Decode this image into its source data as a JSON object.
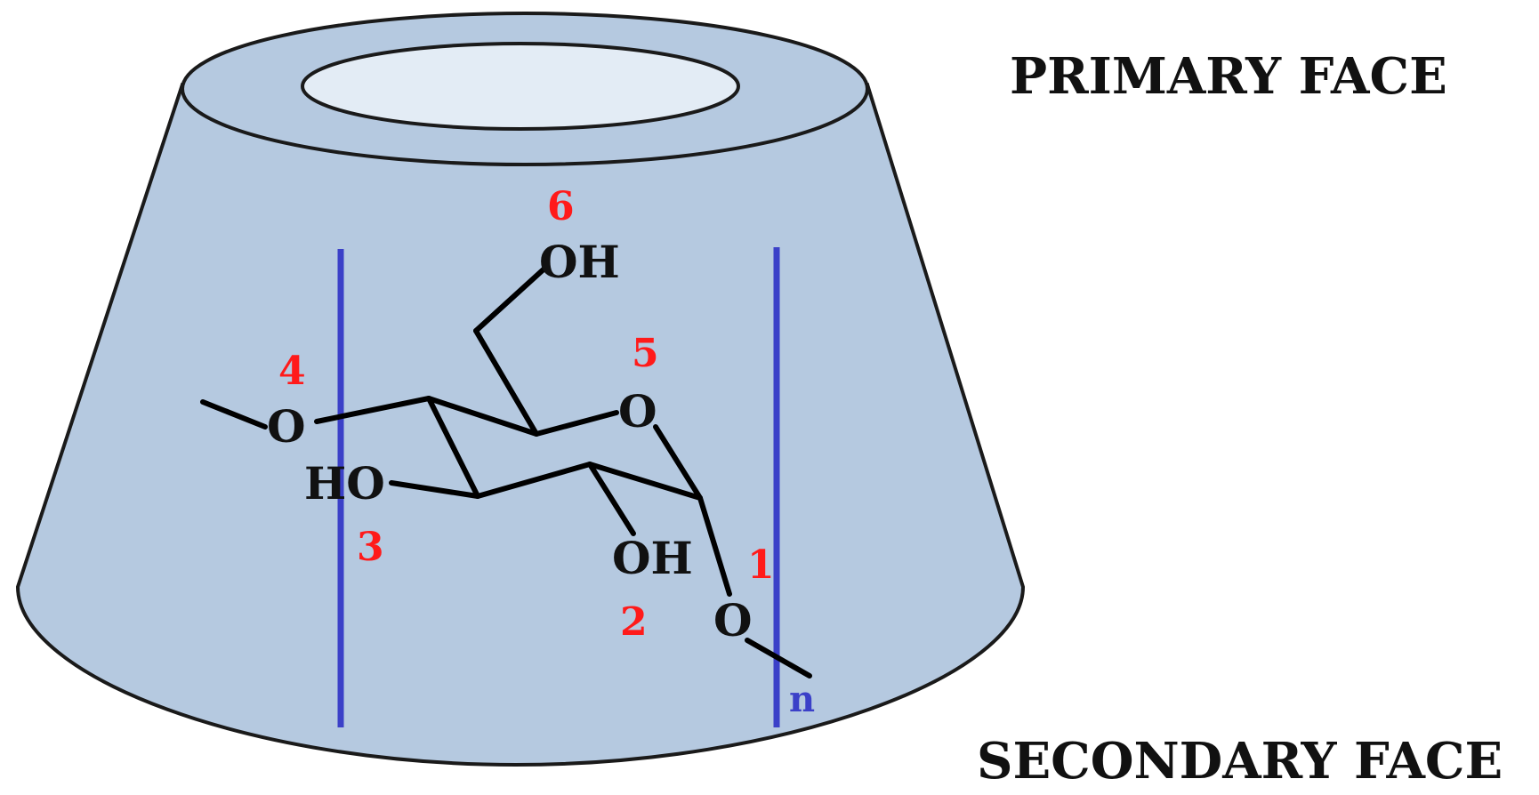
{
  "labels": {
    "primary_face": "PRIMARY FACE",
    "secondary_face": "SECONDARY FACE"
  },
  "molecule": {
    "glycosidic_o_left": "O",
    "ring_o": "O",
    "glycosidic_o_bottom": "O",
    "oh_c6": "OH",
    "ho_c3": "HO",
    "oh_c2": "OH",
    "repeat_subscript": "n"
  },
  "positions": {
    "c1": "1",
    "c2": "2",
    "c3": "3",
    "c4": "4",
    "c5": "5",
    "c6": "6"
  },
  "colors": {
    "cone_fill": "#b5c9e0",
    "cavity_fill": "#e3ecf5",
    "outline": "#1a1a1a",
    "bracket": "#3b40c8",
    "position_numbers": "#ff1a1a"
  }
}
